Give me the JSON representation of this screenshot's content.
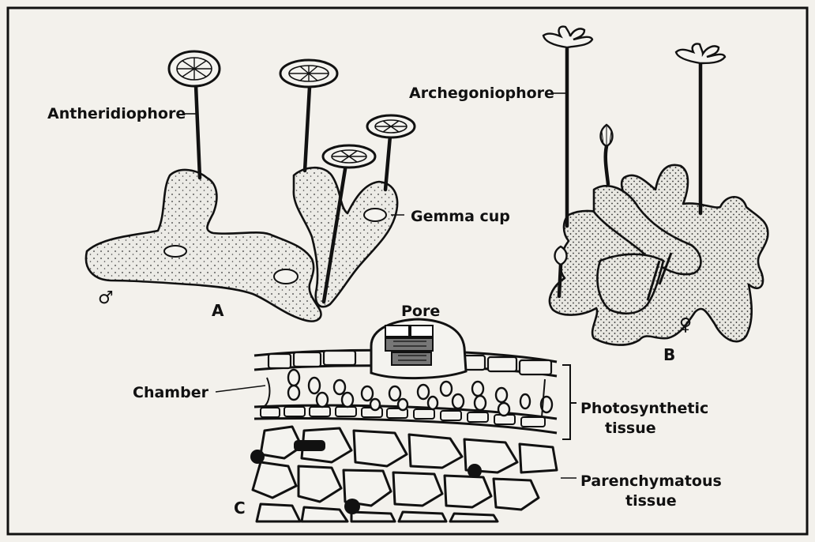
{
  "figure": {
    "labels": {
      "antheridiophore": "Antheridiophore",
      "archegoniophore": "Archegoniophore",
      "gemma_cup": "Gemma cup",
      "pore": "Pore",
      "chamber": "Chamber",
      "photosynthetic_line1": "Photosynthetic",
      "photosynthetic_line2": "tissue",
      "parenchymatous_line1": "Parenchymatous",
      "parenchymatous_line2": "tissue",
      "panel_a": "A",
      "panel_b": "B",
      "panel_c": "C",
      "male_symbol": "♂",
      "female_symbol": "♀"
    }
  }
}
